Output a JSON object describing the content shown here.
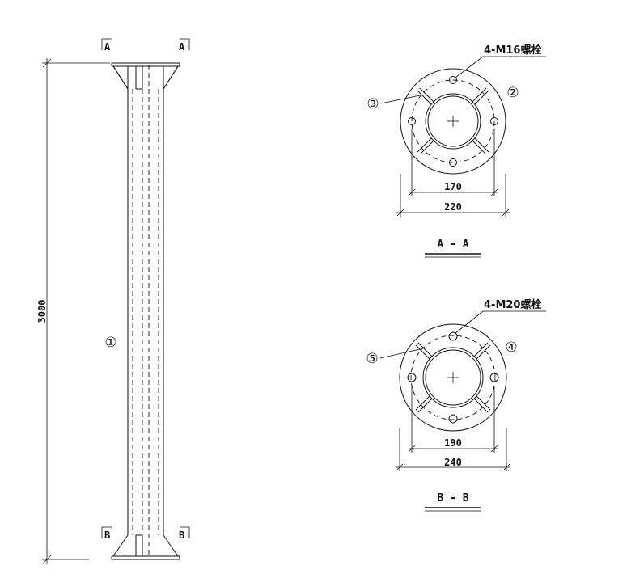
{
  "elevation": {
    "section_top_left": "A",
    "section_top_right": "A",
    "section_bottom_left": "B",
    "section_bottom_right": "B",
    "height_dim": "3000",
    "part_callout": "①"
  },
  "section_a": {
    "bolt_note": "4-M16螺栓",
    "callout_left": "③",
    "callout_right": "②",
    "inner_dim": "170",
    "outer_dim": "220",
    "title": "A - A"
  },
  "section_b": {
    "bolt_note": "4-M20螺栓",
    "callout_left": "⑤",
    "callout_right": "④",
    "inner_dim": "190",
    "outer_dim": "240",
    "title": "B - B"
  }
}
